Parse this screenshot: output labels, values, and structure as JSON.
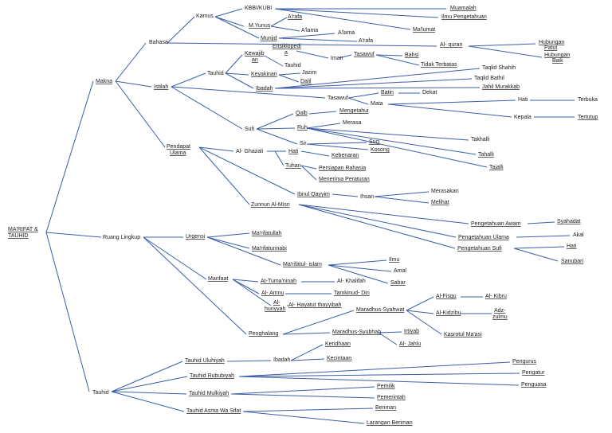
{
  "line_color": "#3b5ea8",
  "underline_color": "#c0392b",
  "nodes": {
    "root": [
      "MA'RIFAT &",
      "TAUHID"
    ],
    "makna": "Makna",
    "ruang": "Ruang Lingkup",
    "tauhid": "Tauhid",
    "bahasa": "Bahasa",
    "istilah": "Istilah",
    "pendapat": [
      "Pendapat",
      "Ulama"
    ],
    "kamus": "Kamus",
    "kbbi": "KBBI/KUBI",
    "muamalah": "Muamalah",
    "ilmu_peng": "Ilmu Pengetahuan",
    "maklumat": "Ma'lumat",
    "arafa1": "A'rafa",
    "myunus": "M.Yunus",
    "alama1": "A'lama",
    "munjid": "Munjid",
    "alama2": "A'lama",
    "arafa2": "A'rafa",
    "ensiklopedia": [
      "Ensiklopedi",
      "a"
    ],
    "iman": "Iman",
    "tasawuf1": "Tasawuf",
    "alquran": "Al- quran",
    "hub_patut": [
      "Hubungan",
      "Patut"
    ],
    "hub_baik": [
      "Hubungan",
      "Baik"
    ],
    "bahsi": "Bahsi",
    "tidak_terbatas": "Tidak Terbatas",
    "tauhid_sub": "Tauhid",
    "kewajiban": [
      "Kewajib",
      "an"
    ],
    "tauhid_sub2": "Tauhid",
    "keyakinan": "Keyakinan",
    "jazim": "Jazim",
    "dalil": "Dalil",
    "ibadah1": "Ibadah",
    "taqlid_shahih": "Taqlid Shahih",
    "taqlid_bathil": "Taqlid Bathil",
    "jahil_murakkab": "Jahil Murakkab",
    "tasawuf2": "Tasawuf",
    "batin": "Batin",
    "dekat": "Dekat",
    "mata": "Mata",
    "hati1": "Hati",
    "terbuka": "Terbuka",
    "kepala": "Kepala",
    "tertutup": "Tertutup",
    "sufi": "Sufi",
    "qalb": "Qalb",
    "mengetahui": "Mengetahui",
    "ruh": "Ruh",
    "merasa": "Merasa",
    "sir": "Sir",
    "suci": "Suci",
    "kosong": "Kosong",
    "takhalli": "Takhalli",
    "tahalli": "Tahalli",
    "tajalli": "Tajalli",
    "alghazali": "Al- Ghazali",
    "hati2": "Hati",
    "kebenaran": "Kebenaran",
    "tuhan": "Tuhan",
    "persiapan": "Persiapan Rahasia",
    "menerima": "Menerima Peraturan",
    "ibnu_qayyim": "Ibnul Qayyim",
    "ihsan": "Ihsan",
    "merasakan": "Merasakan",
    "melihat": "Melihat",
    "zunnun": "Zunnun Al-Misri",
    "peng_awam": "Pengetahuan Awam",
    "syahadat": "Syahadat",
    "peng_ulama": "Pengetahuan Ulama",
    "akal": "Akal",
    "peng_sufi": "Pengetahuan Sufi",
    "hati3": "Hati",
    "sanubari": "Sanubari",
    "urgensi": "Urgensi",
    "marifatullah": "Ma'rifatullah",
    "marifatunnabi": "Ma'rifatunnabi",
    "marifatul_islam": "Ma'rifatul- islam",
    "ilmu": "Ilmu",
    "amal": "Amal",
    "sabar": "Sabar",
    "manfaat": "Manfaat",
    "tumaninah": "At-Tuma'ninah",
    "khalifah": "Al- Khalifah",
    "amnu": "Al- Amnu",
    "tamkinud": "Tamkinud- Din",
    "huriyyah": [
      "Al-",
      "huriyyah"
    ],
    "hayatut": "Al- Hayatut thayyibah",
    "penghalang": "Penghalang",
    "maradhus_syahwat": "Maradhus-Syahwat",
    "fisqu": "Al-Fisqu",
    "kibru": "Al- Kibru",
    "kidzibu": "Al-Kidzibu",
    "adzzulmu": [
      "Adz-",
      "zulmu"
    ],
    "kasrotul": "Kasrotul Ma'asi",
    "maradhus_syubhah": "Maradhus-Syubhah",
    "irtiyab": "Irtiyab",
    "jahlu": "Al- Jahlu",
    "tauhid_uluhiyah": "Tauhid Uluhiyah",
    "ibadah2": "Ibadah",
    "keridhaan": "Keridhaan",
    "kecintaan": "Kecintaan",
    "tauhid_rububiyah": "Tauhid Rububiyah",
    "pengurus": "Pengurus",
    "pengatur": "Pengatur",
    "penguasa": "Penguasa",
    "tauhid_mulkiyah": "Tauhid Mulkiyah",
    "pemilik": "Pemilik",
    "pemerintah": "Pemerintah",
    "tauhid_asma": "Tauhid Asma Wa Sifat",
    "beriman": "Beriman",
    "larangan_beriman": "Larangan Beriman"
  }
}
